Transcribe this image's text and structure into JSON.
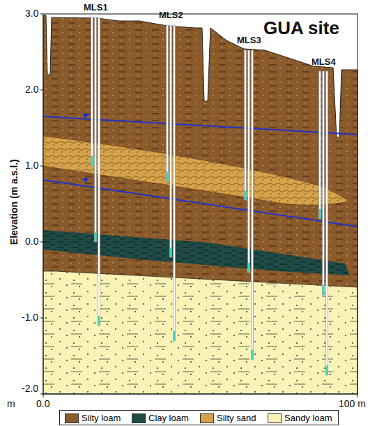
{
  "diagram": {
    "title": "GUA site",
    "labels": [
      "MLS1",
      "MLS2",
      "MLS3",
      "MLS4",
      "3.0",
      "2.0",
      "1.0",
      "0.0",
      "-1.0",
      "-2.0",
      "Elevation (m a.s.l.)",
      "0.0",
      "100 m",
      "m"
    ],
    "legend": [
      {
        "text": "Silty loam",
        "color": "#8b5a2b"
      },
      {
        "text": "Clay loam",
        "color": "#1f4a46"
      },
      {
        "text": "Silty sand",
        "color": "#d6a24c"
      },
      {
        "text": "Sandy loam",
        "color": "#faf3b5"
      }
    ]
  }
}
